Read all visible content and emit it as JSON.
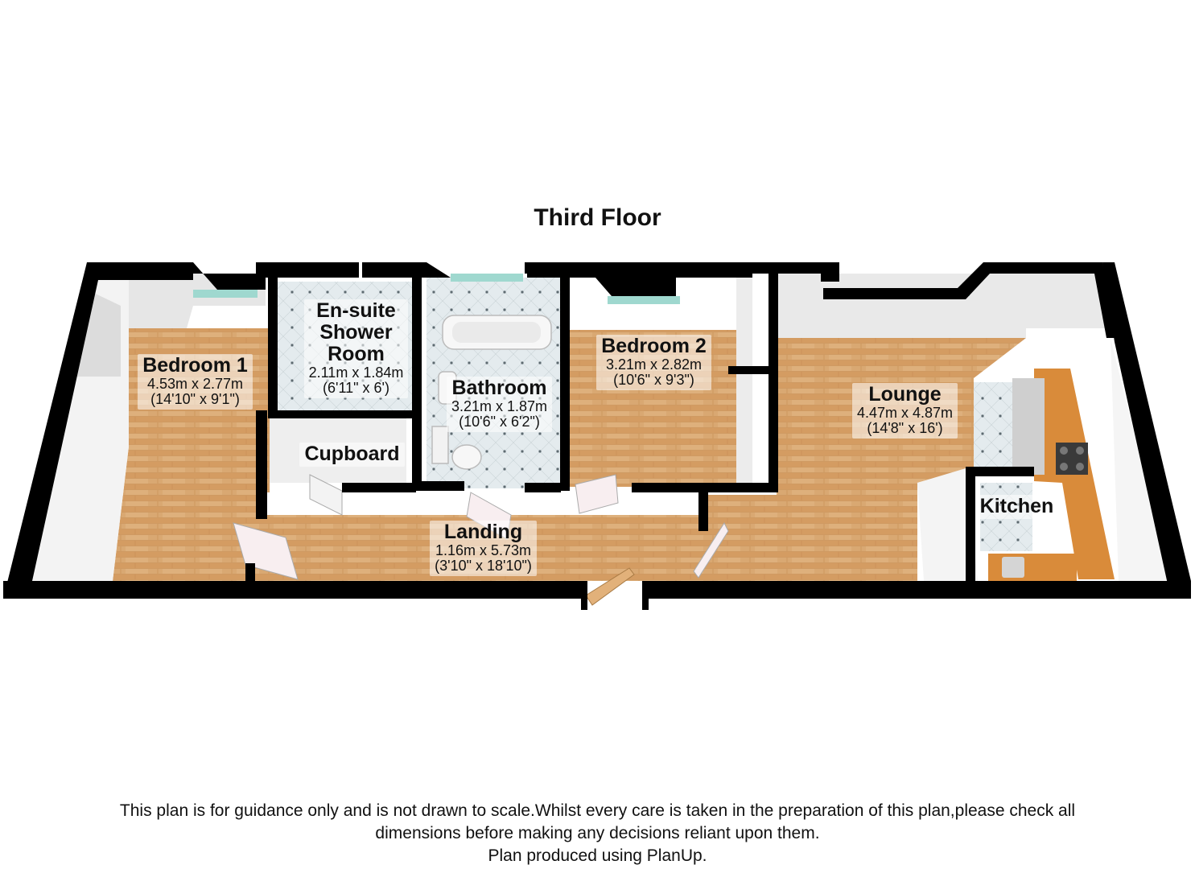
{
  "title": "Third Floor",
  "rooms": {
    "bedroom1": {
      "name": "Bedroom 1",
      "metric": "4.53m x 2.77m",
      "imperial": "(14'10\" x 9'1\")"
    },
    "ensuite": {
      "name_line1": "En-suite",
      "name_line2": "Shower",
      "name_line3": "Room",
      "metric": "2.11m x 1.84m",
      "imperial": "(6'11\" x 6')"
    },
    "cupboard": {
      "name": "Cupboard"
    },
    "bathroom": {
      "name": "Bathroom",
      "metric": "3.21m x 1.87m",
      "imperial": "(10'6\" x 6'2\")"
    },
    "bedroom2": {
      "name": "Bedroom 2",
      "metric": "3.21m x 2.82m",
      "imperial": "(10'6\" x 9'3\")"
    },
    "lounge": {
      "name": "Lounge",
      "metric": "4.47m x 4.87m",
      "imperial": "(14'8\" x 16')"
    },
    "kitchen": {
      "name": "Kitchen"
    },
    "landing": {
      "name": "Landing",
      "metric": "1.16m x 5.73m",
      "imperial": "(3'10\" x 18'10\")"
    }
  },
  "footer": {
    "line1": "This plan is for guidance only and is not drawn to scale.Whilst every care is taken in the preparation of this plan,please check all",
    "line2": "dimensions  before making any decisions reliant upon them.",
    "line3": "Plan produced using PlanUp."
  },
  "colors": {
    "wall": "#000000",
    "wall_face": "#f2f2f2",
    "floor_wood": "#d7a56f",
    "tile": "#e6ecee",
    "window": "#9fd8cf",
    "worktop": "#d98b3a"
  }
}
